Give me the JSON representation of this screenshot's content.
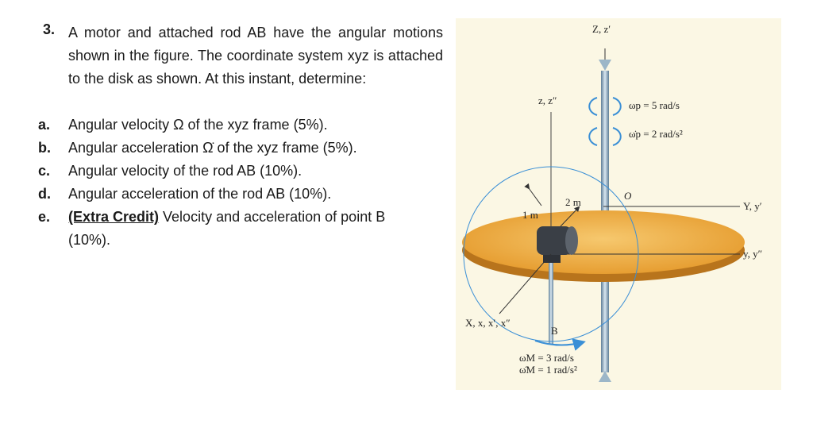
{
  "problem": {
    "number": "3.",
    "stem": "A motor and attached rod AB have the angular motions shown in the figure. The coordinate system xyz is attached to the disk as shown. At this instant, determine:",
    "items": [
      {
        "label": "a.",
        "text": "Angular velocity Ω of the xyz frame (5%)."
      },
      {
        "label": "b.",
        "text": "Angular acceleration Ω̇ of the xyz frame (5%)."
      },
      {
        "label": "c.",
        "text": "Angular velocity of the rod AB (10%)."
      },
      {
        "label": "d.",
        "text": "Angular acceleration of the rod AB (10%)."
      },
      {
        "label": "e.",
        "extra_credit": "(Extra Credit)",
        "text": " Velocity and acceleration of point B",
        "continuation": "(10%)."
      }
    ]
  },
  "figure": {
    "labels": {
      "Z_axis": "Z, z′",
      "z_axis": "z, z″",
      "omega_p": "ωp = 5 rad/s",
      "omega_p_dot": "ω̇p = 2 rad/s²",
      "O": "O",
      "dist_2m": "2 m",
      "dist_1m": "1 m",
      "Y_axis": "Y, y′",
      "y_axis": "y, y″",
      "X_axis": "X, x, x′, x″",
      "B": "B",
      "omega_M": "ωM = 3 rad/s",
      "omega_M_dot": "ω̇M = 1 rad/s²"
    },
    "colors": {
      "background": "#fbf7e4",
      "disk_top": "#f0b04a",
      "disk_edge": "#b8741c",
      "shaft": "#8fb0c8",
      "arrow": "#3a8fd6"
    }
  }
}
